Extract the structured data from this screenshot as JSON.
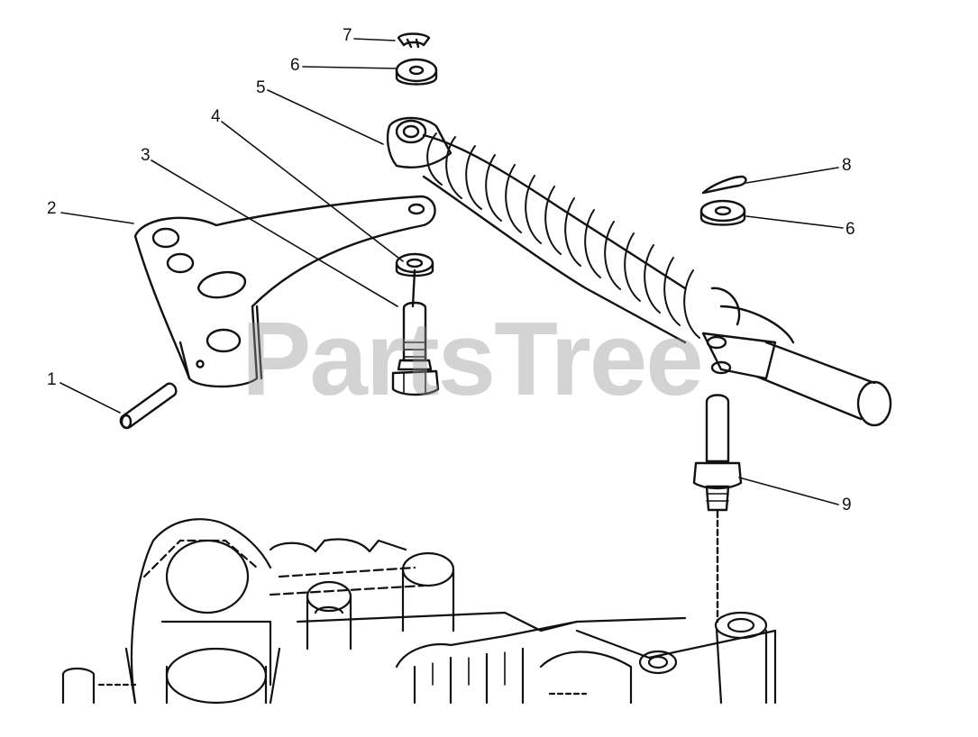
{
  "watermark": "PartsTree",
  "callouts": {
    "c1": "1",
    "c2": "2",
    "c3": "3",
    "c4": "4",
    "c5": "5",
    "c6a": "6",
    "c6b": "6",
    "c7": "7",
    "c8": "8",
    "c9": "9"
  },
  "colors": {
    "ink": "#111111",
    "watermark": "#969696"
  }
}
